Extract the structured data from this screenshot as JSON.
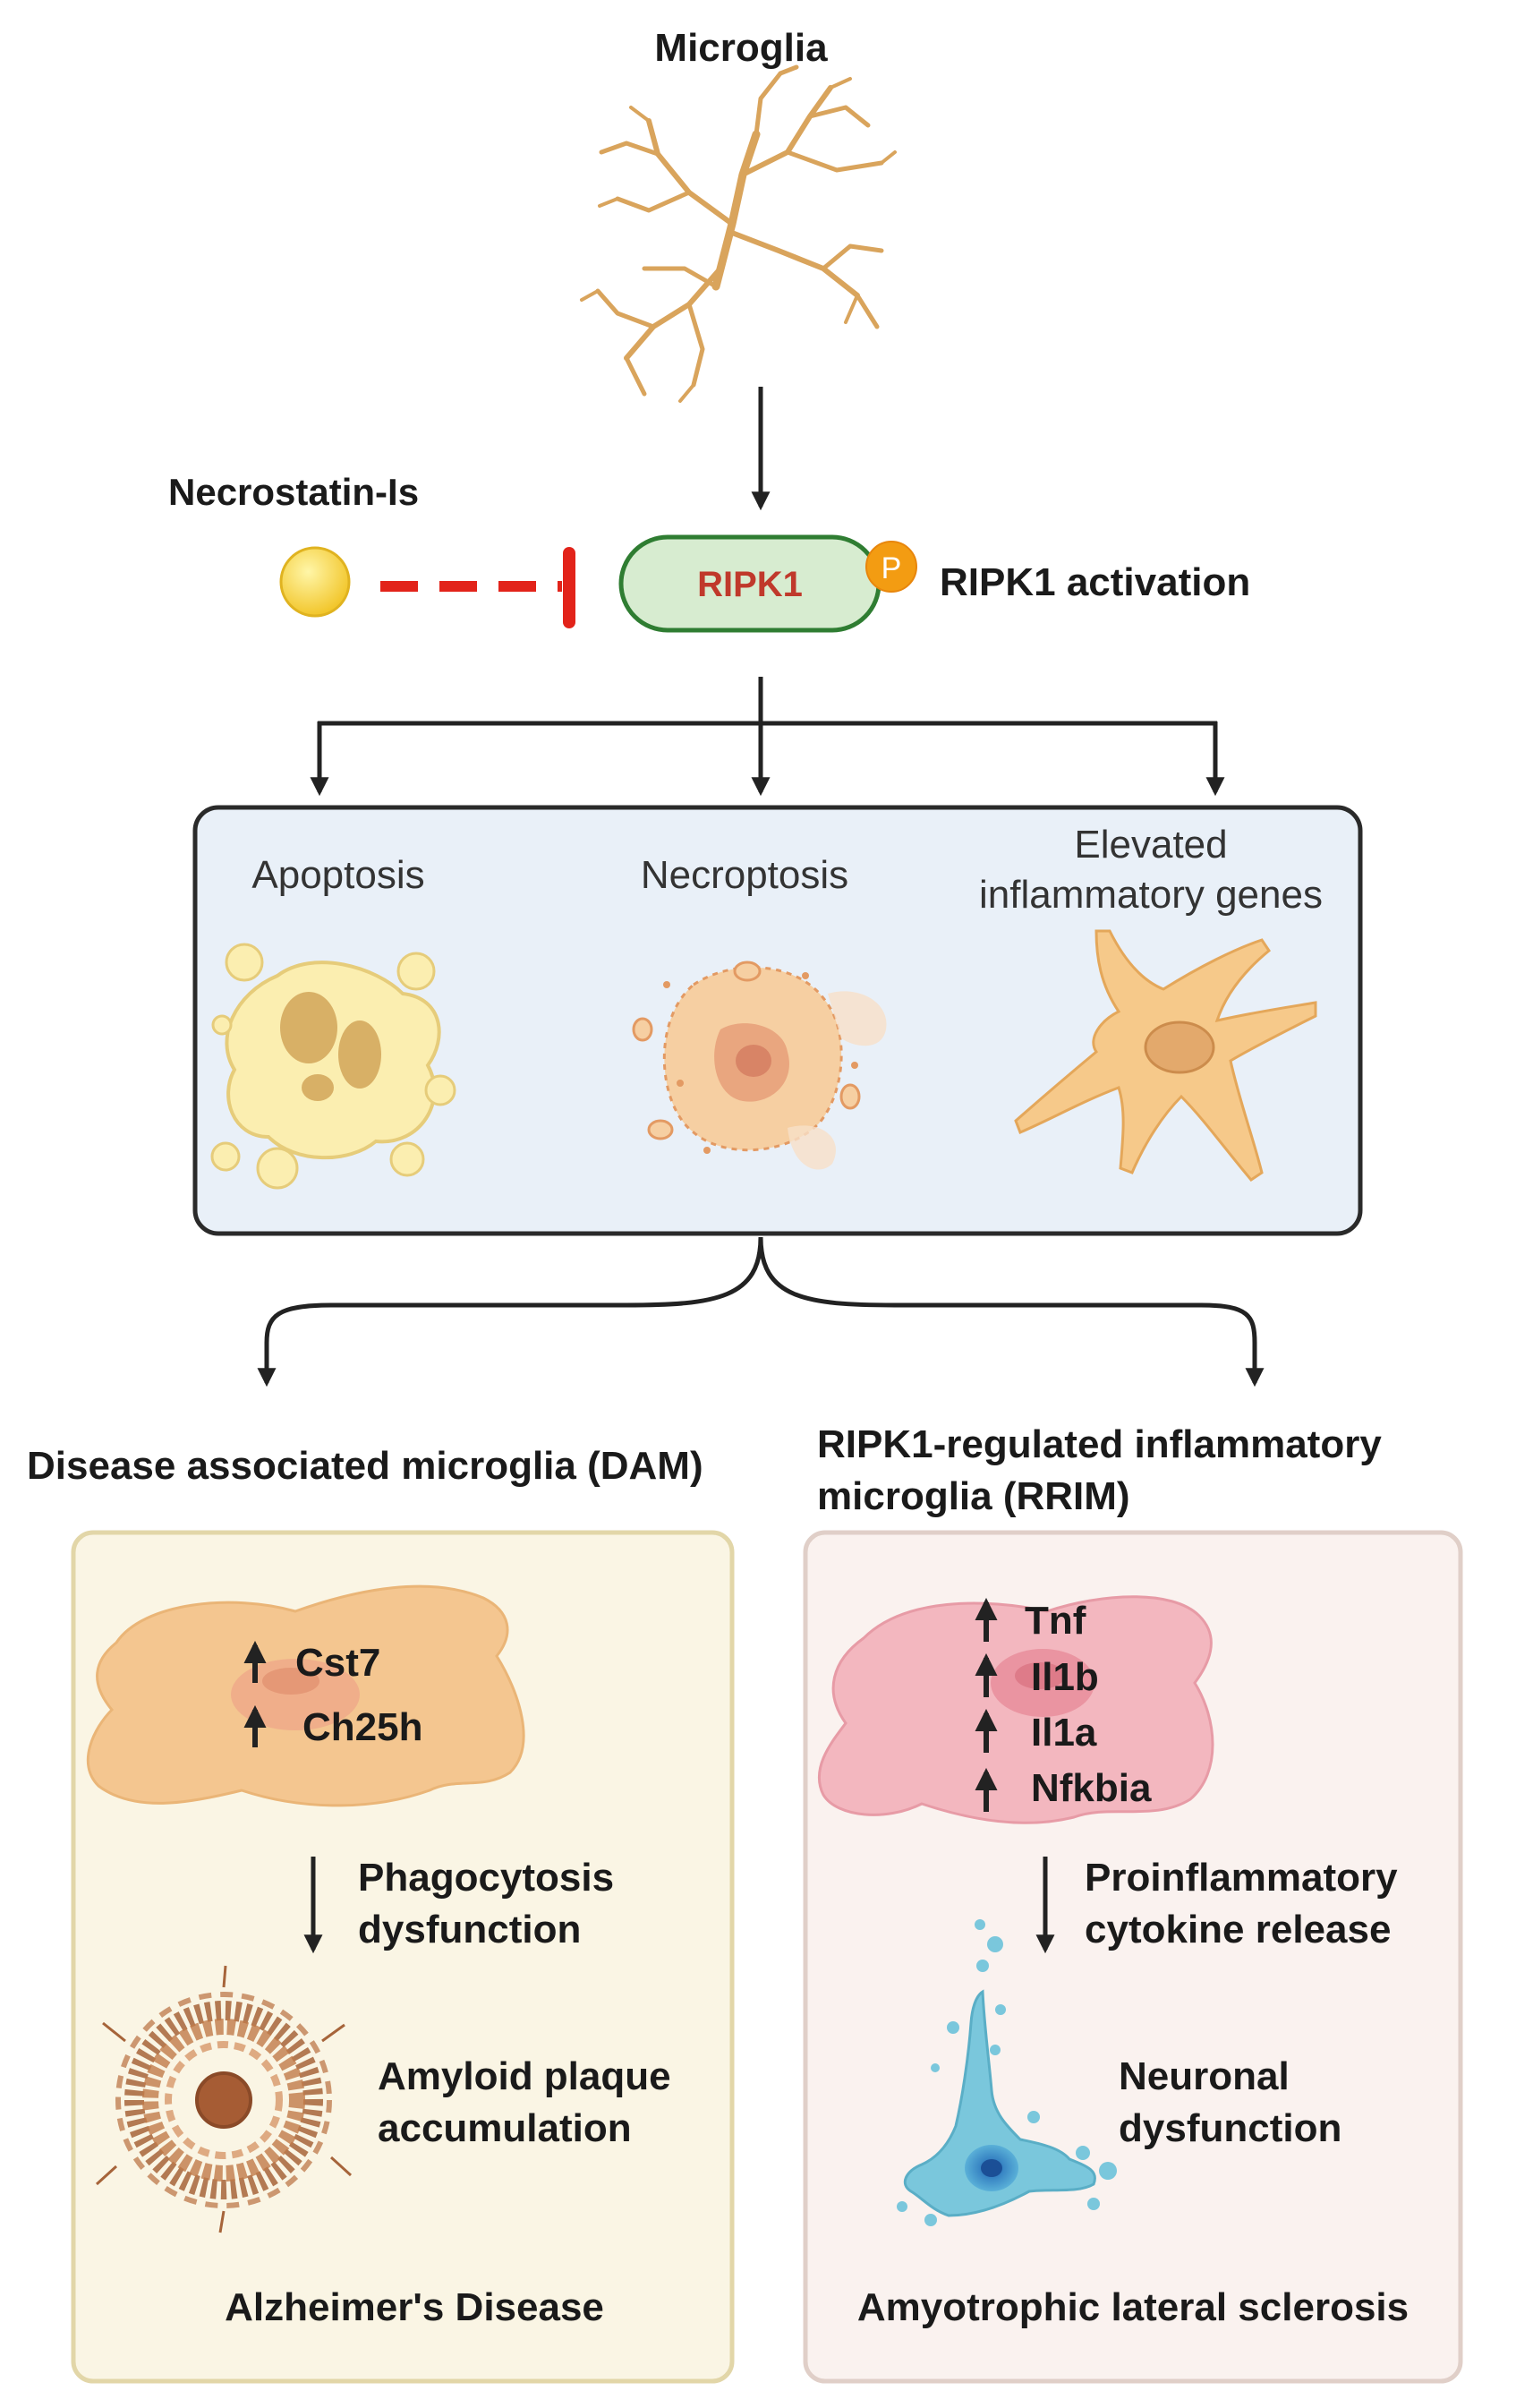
{
  "title": "Microglia",
  "inhibitor": {
    "label": "Necrostatin-Is"
  },
  "ripk1": {
    "label": "RIPK1",
    "phospho": "P",
    "activation": "RIPK1 activation"
  },
  "outcomes": {
    "apoptosis": "Apoptosis",
    "necroptosis": "Necroptosis",
    "inflammatory_line1": "Elevated",
    "inflammatory_line2": "inflammatory genes"
  },
  "dam": {
    "heading": "Disease associated microglia (DAM)",
    "genes": [
      "Cst7",
      "Ch25h"
    ],
    "effect_line1": "Phagocytosis",
    "effect_line2": "dysfunction",
    "result_line1": "Amyloid plaque",
    "result_line2": "accumulation",
    "disease": "Alzheimer's Disease"
  },
  "rrim": {
    "heading_line1": "RIPK1-regulated inflammatory",
    "heading_line2": "microglia (RRIM)",
    "genes": [
      "Tnf",
      "Il1b",
      "Il1a",
      "Nfkbia"
    ],
    "effect_line1": "Proinflammatory",
    "effect_line2": "cytokine release",
    "result_line1": "Neuronal",
    "result_line2": "dysfunction",
    "disease": "Amyotrophic lateral sclerosis"
  },
  "colors": {
    "arrow": "#222222",
    "inhibitor_dash": "#e2231a",
    "ripk1_fill": "#d7ecd0",
    "ripk1_stroke": "#2f7d32",
    "ripk1_text": "#c0392b",
    "phospho": "#f39c12",
    "middle_box": "#e9f0f8",
    "dam_panel": "#faf5e4",
    "rrim_panel": "#faf2ef",
    "dam_cell": "#f4c690",
    "rrim_cell": "#f3b7bf",
    "microglia": "#d9a45c",
    "neuron": "#7ac7dc"
  }
}
